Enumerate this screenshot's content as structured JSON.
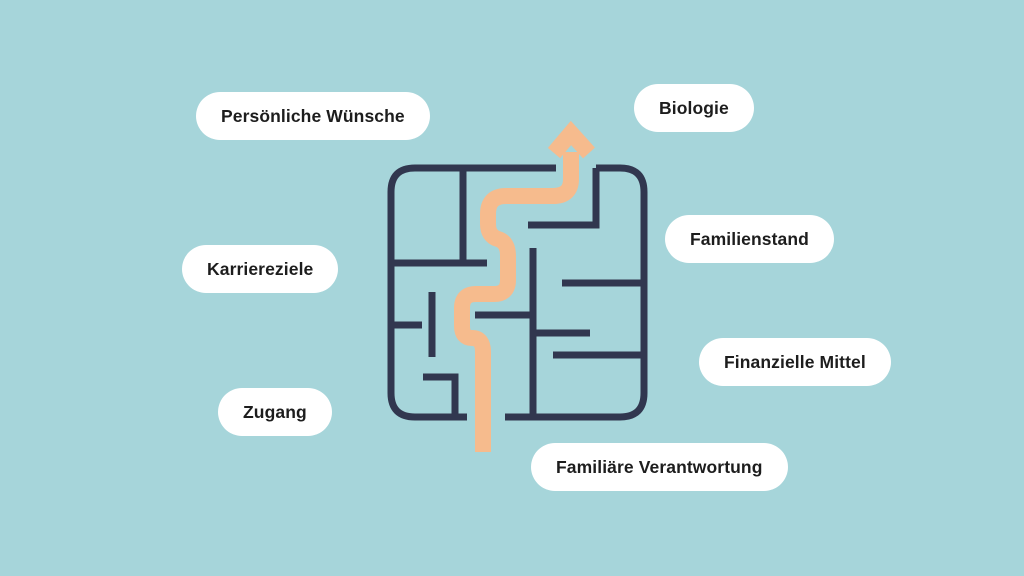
{
  "colors": {
    "background": "#a6d5da",
    "maze_wall": "#31374f",
    "arrow_path": "#f6bb8d",
    "pill_background": "#ffffff",
    "pill_text": "#1d1d1d"
  },
  "labels": {
    "persoenliche_wuensche": "Persönliche Wünsche",
    "biologie": "Biologie",
    "familienstand": "Familienstand",
    "finanzielle_mittel": "Finanzielle Mittel",
    "familiaere_verantwortung": "Familiäre Verantwortung",
    "zugang": "Zugang",
    "karriereziele": "Karriereziele"
  },
  "icons": {
    "maze": "maze-square-icon",
    "arrow": "arrow-up-path-icon"
  }
}
